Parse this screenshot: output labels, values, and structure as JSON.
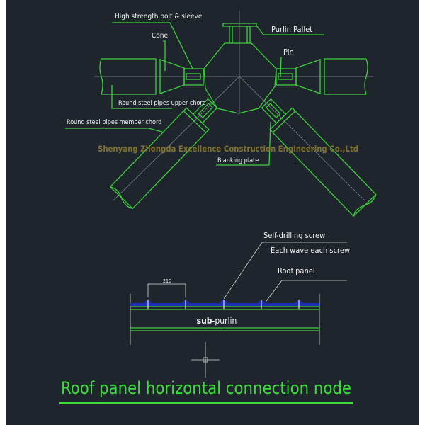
{
  "node_diagram": {
    "labels": {
      "bolt_sleeve": "High strength bolt & sleeve",
      "cone": "Cone",
      "purlin_pallet": "Purlin Pallet",
      "pin": "Pin",
      "upper_chord": "Round steel pipes upper chord",
      "member_chord": "Round steel pipes member chord",
      "blanking_plate": "Blanking plate"
    },
    "watermark": "Shenyang Zhongda Excellence Construction Engineering Co.,Ltd"
  },
  "panel_diagram": {
    "labels": {
      "screw": "Self-drilling screw",
      "screw_note": "Each wave each screw",
      "roof_panel": "Roof panel",
      "sub_purlin_bold": "sub",
      "sub_purlin_rest": "-purlin",
      "dimension": "210"
    }
  },
  "title": "Roof panel horizontal connection node",
  "colors": {
    "background": "#1f252c",
    "line": "#3ccf3c",
    "title": "#3ddc3d",
    "watermark": "#8a7a30",
    "panel": "#1c2fb0"
  }
}
